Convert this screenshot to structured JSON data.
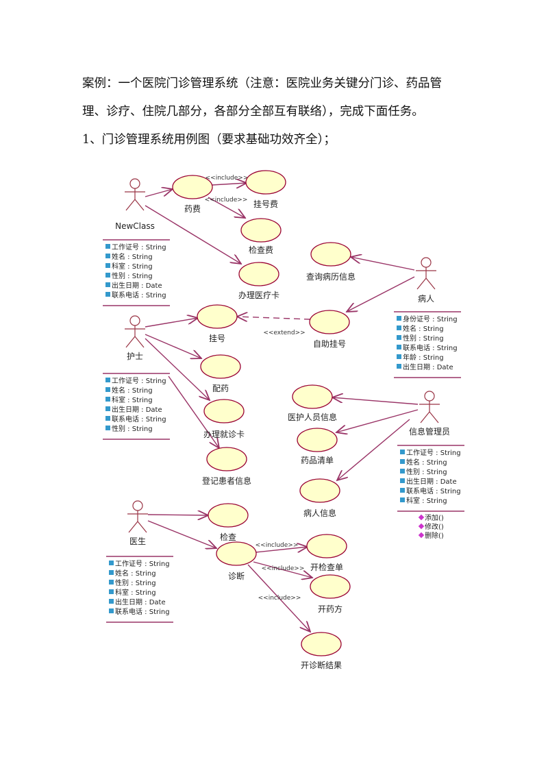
{
  "document": {
    "paragraphs": [
      "案例：一个医院门诊管理系统（注意：医院业务关键分门诊、药品管",
      "理、诊疗、住院几部分，各部分全部互有联络），完成下面任务。",
      "1、门诊管理系统用例图（要求基础功效齐全）；"
    ]
  },
  "diagram": {
    "actors": {
      "newclass": {
        "name": "NewClass",
        "attrs": [
          "工作证号 : String",
          "姓名 : String",
          "科室 : String",
          "性别 : String",
          "出生日期 : Date",
          "联系电话 : String"
        ]
      },
      "patient": {
        "name": "病人",
        "attrs": [
          "身份证号 : String",
          "姓名 : String",
          "性别 : String",
          "联系电话 : String",
          "年龄 : String",
          "出生日期 : Date"
        ]
      },
      "nurse": {
        "name": "护士",
        "attrs": [
          "工作证号 : String",
          "姓名 : String",
          "科室 : String",
          "出生日期 : Date",
          "联系电话 : String",
          "性别 : String"
        ]
      },
      "admin": {
        "name": "信息管理员",
        "attrs": [
          "工作证号 : String",
          "姓名 : String",
          "性别 : String",
          "出生日期 : Date",
          "联系电话 : String",
          "科室 : String"
        ],
        "ops": [
          "添加()",
          "修改()",
          "删除()"
        ]
      },
      "doctor": {
        "name": "医生",
        "attrs": [
          "工作证号 : String",
          "姓名 : String",
          "性别 : String",
          "科室 : String",
          "出生日期 : Date",
          "联系电话 : String"
        ]
      }
    },
    "usecases": {
      "drug_fee": "药费",
      "reg_fee": "挂号费",
      "exam_fee": "检查费",
      "med_card": "办理医疗卡",
      "query_record": "查询病历信息",
      "register": "挂号",
      "self_register": "自助挂号",
      "dispense": "配药",
      "visit_card": "办理就诊卡",
      "patient_reg": "登记患者信息",
      "staff_info": "医护人员信息",
      "drug_list": "药品清单",
      "patient_info": "病人信息",
      "exam": "检查",
      "diagnose": "诊断",
      "exam_order": "开检查单",
      "prescribe": "开药方",
      "diag_result": "开诊断结果"
    },
    "stereotypes": {
      "include": "<<include>>",
      "extend": "<<extend>>"
    }
  }
}
